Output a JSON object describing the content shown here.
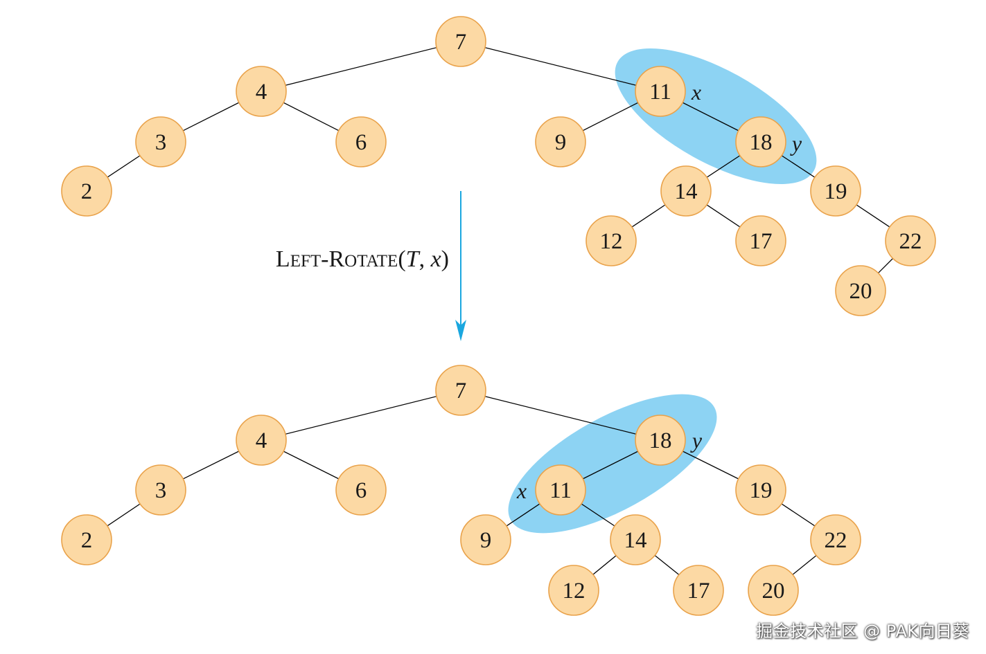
{
  "colors": {
    "node_fill": "#fcd9a4",
    "node_stroke": "#e9a24a",
    "highlight": "#8dd3f3",
    "arrow": "#1aa7df",
    "edge": "#000000"
  },
  "operation": {
    "name_first_cap": "L",
    "name_first_rest": "EFT",
    "dash": "-",
    "name_second_cap": "R",
    "name_second_rest": "OTATE",
    "open": "(",
    "arg1": "T",
    "sep": ", ",
    "arg2": "x",
    "close": ")"
  },
  "before_tree": {
    "nodes": [
      "7",
      "4",
      "11",
      "3",
      "6",
      "9",
      "18",
      "2",
      "14",
      "19",
      "12",
      "17",
      "22",
      "20"
    ],
    "edges": [
      [
        "7",
        "4"
      ],
      [
        "7",
        "11"
      ],
      [
        "4",
        "3"
      ],
      [
        "4",
        "6"
      ],
      [
        "3",
        "2"
      ],
      [
        "11",
        "9"
      ],
      [
        "11",
        "18"
      ],
      [
        "18",
        "14"
      ],
      [
        "18",
        "19"
      ],
      [
        "14",
        "12"
      ],
      [
        "14",
        "17"
      ],
      [
        "19",
        "22"
      ],
      [
        "22",
        "20"
      ]
    ],
    "x_label": "x",
    "y_label": "y",
    "highlighted": [
      "11",
      "18"
    ]
  },
  "after_tree": {
    "nodes": [
      "7",
      "4",
      "18",
      "3",
      "6",
      "11",
      "19",
      "2",
      "9",
      "14",
      "22",
      "12",
      "17",
      "20"
    ],
    "edges": [
      [
        "7",
        "4"
      ],
      [
        "7",
        "18"
      ],
      [
        "4",
        "3"
      ],
      [
        "4",
        "6"
      ],
      [
        "3",
        "2"
      ],
      [
        "18",
        "11"
      ],
      [
        "18",
        "19"
      ],
      [
        "11",
        "9"
      ],
      [
        "11",
        "14"
      ],
      [
        "14",
        "12"
      ],
      [
        "14",
        "17"
      ],
      [
        "19",
        "22"
      ],
      [
        "22",
        "20"
      ]
    ],
    "x_label": "x",
    "y_label": "y",
    "highlighted": [
      "18",
      "11"
    ]
  },
  "watermark": "掘金技术社区 @ PAK向日葵"
}
